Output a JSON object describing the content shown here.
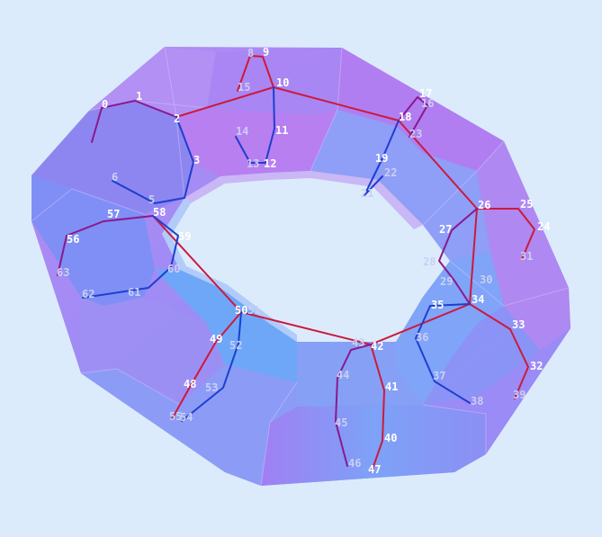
{
  "background": "#dcebfb",
  "colors": {
    "red": "#cc1a3c",
    "blue": "#1e3fcf",
    "purple": "#8a1a8c",
    "label": "#ffffff",
    "label_faint": "#c9cff4"
  },
  "vertex_labels": [
    {
      "id": "v0",
      "text": "0",
      "faint": false
    },
    {
      "id": "v1",
      "text": "1",
      "faint": false
    },
    {
      "id": "v2",
      "text": "2",
      "faint": false
    },
    {
      "id": "v3",
      "text": "3",
      "faint": false
    },
    {
      "id": "v5",
      "text": "5",
      "faint": true
    },
    {
      "id": "v6",
      "text": "6",
      "faint": true
    },
    {
      "id": "v8",
      "text": "8",
      "faint": true
    },
    {
      "id": "v9",
      "text": "9",
      "faint": false
    },
    {
      "id": "v10",
      "text": "10",
      "faint": false
    },
    {
      "id": "v11",
      "text": "11",
      "faint": false
    },
    {
      "id": "v12",
      "text": "12",
      "faint": false
    },
    {
      "id": "v13",
      "text": "13",
      "faint": true
    },
    {
      "id": "v14",
      "text": "14",
      "faint": true
    },
    {
      "id": "v15",
      "text": "15",
      "faint": true
    },
    {
      "id": "v16",
      "text": "16",
      "faint": true
    },
    {
      "id": "v17",
      "text": "17",
      "faint": false
    },
    {
      "id": "v18",
      "text": "18",
      "faint": false
    },
    {
      "id": "v19",
      "text": "19",
      "faint": false
    },
    {
      "id": "v21",
      "text": "21",
      "faint": true
    },
    {
      "id": "v22",
      "text": "22",
      "faint": true
    },
    {
      "id": "v23",
      "text": "23",
      "faint": true
    },
    {
      "id": "v24",
      "text": "24",
      "faint": false
    },
    {
      "id": "v25",
      "text": "25",
      "faint": false
    },
    {
      "id": "v26",
      "text": "26",
      "faint": false
    },
    {
      "id": "v27",
      "text": "27",
      "faint": false
    },
    {
      "id": "v28",
      "text": "28",
      "faint": true
    },
    {
      "id": "v29",
      "text": "29",
      "faint": true
    },
    {
      "id": "v30",
      "text": "30",
      "faint": true
    },
    {
      "id": "v31",
      "text": "31",
      "faint": true
    },
    {
      "id": "v32",
      "text": "32",
      "faint": false
    },
    {
      "id": "v33",
      "text": "33",
      "faint": false
    },
    {
      "id": "v34",
      "text": "34",
      "faint": false
    },
    {
      "id": "v35",
      "text": "35",
      "faint": false
    },
    {
      "id": "v36",
      "text": "36",
      "faint": true
    },
    {
      "id": "v37",
      "text": "37",
      "faint": true
    },
    {
      "id": "v38",
      "text": "38",
      "faint": true
    },
    {
      "id": "v39",
      "text": "39",
      "faint": true
    },
    {
      "id": "v40",
      "text": "40",
      "faint": false
    },
    {
      "id": "v41",
      "text": "41",
      "faint": false
    },
    {
      "id": "v42",
      "text": "42",
      "faint": false
    },
    {
      "id": "v43",
      "text": "43",
      "faint": true
    },
    {
      "id": "v44",
      "text": "44",
      "faint": true
    },
    {
      "id": "v45",
      "text": "45",
      "faint": true
    },
    {
      "id": "v46",
      "text": "46",
      "faint": true
    },
    {
      "id": "v47",
      "text": "47",
      "faint": false
    },
    {
      "id": "v48",
      "text": "48",
      "faint": false
    },
    {
      "id": "v49",
      "text": "49",
      "faint": false
    },
    {
      "id": "v50",
      "text": "50",
      "faint": false
    },
    {
      "id": "v51",
      "text": "51",
      "faint": true
    },
    {
      "id": "v52",
      "text": "52",
      "faint": true
    },
    {
      "id": "v53",
      "text": "53",
      "faint": true
    },
    {
      "id": "v54",
      "text": "54",
      "faint": true
    },
    {
      "id": "v55",
      "text": "55",
      "faint": true
    },
    {
      "id": "v56",
      "text": "56",
      "faint": false
    },
    {
      "id": "v57",
      "text": "57",
      "faint": false
    },
    {
      "id": "v58",
      "text": "58",
      "faint": false
    },
    {
      "id": "v59",
      "text": "59",
      "faint": false
    },
    {
      "id": "v60",
      "text": "60",
      "faint": true
    },
    {
      "id": "v61",
      "text": "61",
      "faint": true
    },
    {
      "id": "v62",
      "text": "62",
      "faint": true
    },
    {
      "id": "v63",
      "text": "63",
      "faint": true
    }
  ]
}
